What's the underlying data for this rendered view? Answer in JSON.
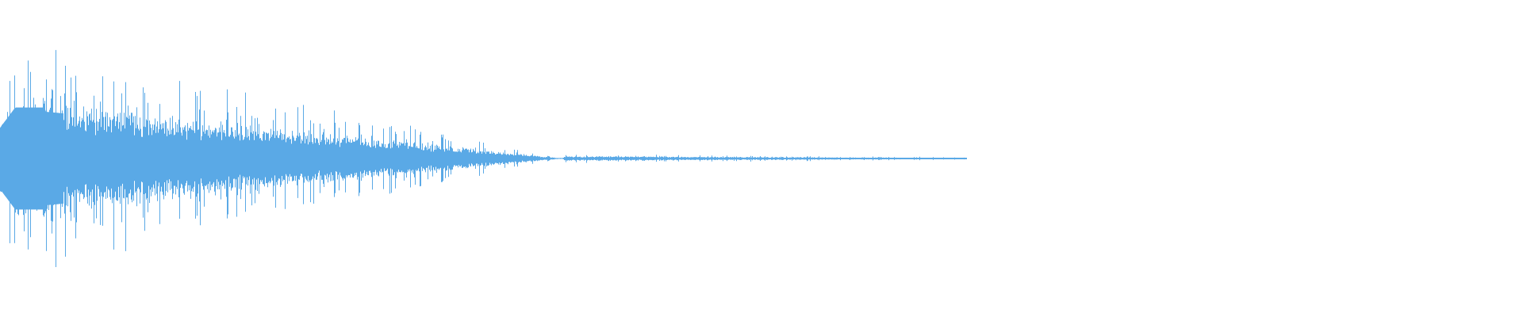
{
  "waveform": {
    "color": "#5aa9e6",
    "background": "#ffffff",
    "duration_fraction_of_width": 0.635,
    "envelope": {
      "attack_peak_fraction": 0.9,
      "body_level_fraction": 0.5,
      "decay_end_fraction": 0.37,
      "tail_level_fraction": 0.01,
      "tail_end_fraction": 0.635
    }
  }
}
